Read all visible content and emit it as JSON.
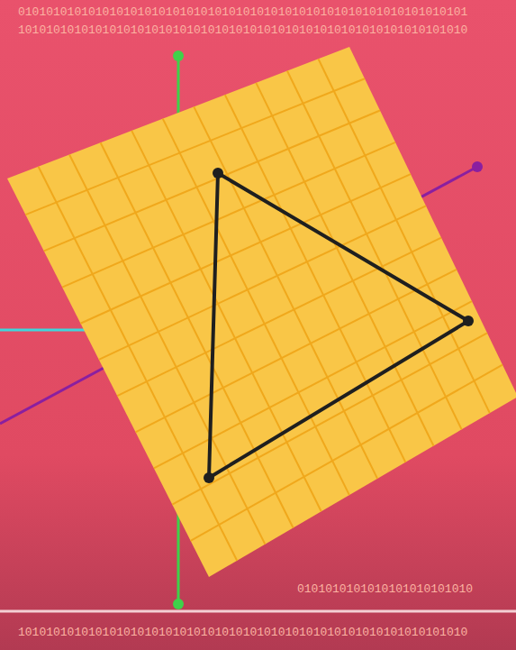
{
  "diagram": {
    "labels": [
      "0101010101010101010101010101010101010101010101010101010101010101",
      "1010101010101010101010101010101010101010101010101010101010101010",
      "0101010101010101010101010",
      "1010101010101010101010101010101010101010101010101010101010101010"
    ]
  }
}
